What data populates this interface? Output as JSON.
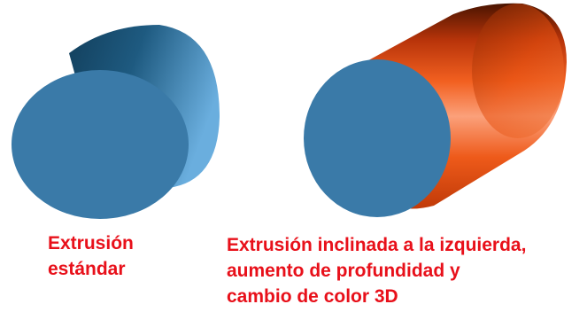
{
  "captions": {
    "left": {
      "lines": [
        "Extrusión",
        "estándar"
      ]
    },
    "right": {
      "lines": [
        "Extrusión inclinada a la izquierda,",
        "aumento de profundidad y",
        "cambio de color 3D"
      ]
    }
  },
  "colors": {
    "caption": "#e8101a",
    "face": "#3a7aa8",
    "standard_side_dark": "#164a6a",
    "standard_side_light": "#62a6d6",
    "orange_dark": "#5a1a00",
    "orange_mid": "#e04a10",
    "orange_light": "#f89a6a"
  }
}
